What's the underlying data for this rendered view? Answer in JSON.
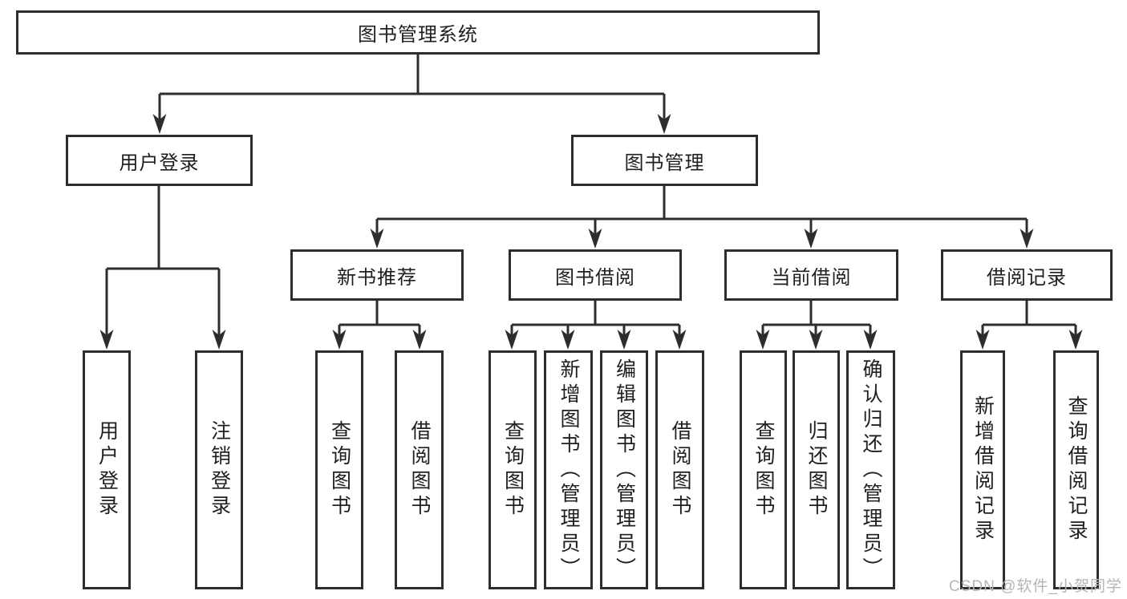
{
  "diagram": {
    "title": "图书管理系统",
    "root": {
      "label": "图书管理系统"
    },
    "level2": [
      {
        "label": "用户登录"
      },
      {
        "label": "图书管理"
      }
    ],
    "level3": [
      {
        "label": "新书推荐",
        "parent": "图书管理"
      },
      {
        "label": "图书借阅",
        "parent": "图书管理"
      },
      {
        "label": "当前借阅",
        "parent": "图书管理"
      },
      {
        "label": "借阅记录",
        "parent": "图书管理"
      }
    ],
    "leaves": [
      {
        "label": "用户登录",
        "parent": "用户登录"
      },
      {
        "label": "注销登录",
        "parent": "用户登录"
      },
      {
        "label": "查询图书",
        "parent": "新书推荐"
      },
      {
        "label": "借阅图书",
        "parent": "新书推荐"
      },
      {
        "label": "查询图书",
        "parent": "图书借阅"
      },
      {
        "label": "新增图书（管理员）",
        "parent": "图书借阅"
      },
      {
        "label": "编辑图书（管理员）",
        "parent": "图书借阅"
      },
      {
        "label": "借阅图书",
        "parent": "图书借阅"
      },
      {
        "label": "查询图书",
        "parent": "当前借阅"
      },
      {
        "label": "归还图书",
        "parent": "当前借阅"
      },
      {
        "label": "确认归还（管理员）",
        "parent": "当前借阅"
      },
      {
        "label": "新增借阅记录",
        "parent": "借阅记录"
      },
      {
        "label": "查询借阅记录",
        "parent": "借阅记录"
      }
    ]
  },
  "watermark": {
    "text": "CSDN @软件_小贺同学"
  },
  "colors": {
    "line": "#2d2d2d",
    "text": "#1f1f1f",
    "watermark": "#b5b5b5",
    "background": "#ffffff"
  }
}
